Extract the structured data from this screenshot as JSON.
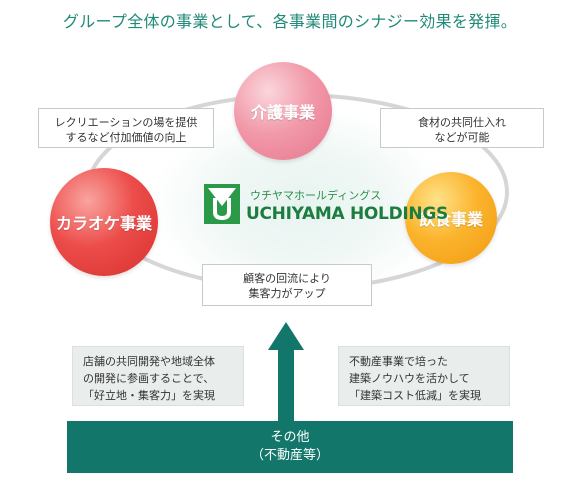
{
  "headline": "グループ全体の事業として、各事業間のシナジー効果を発揮。",
  "colors": {
    "teal": "#12776a",
    "care": "#e8768d",
    "karaoke": "#d8302e",
    "food": "#f29a12",
    "logo_green": "#1d7d3f"
  },
  "center_logo": {
    "kana": "ウチヤマホールディングス",
    "name": "UCHIYAMA HOLDINGS"
  },
  "businesses": {
    "care": "介護事業",
    "karaoke": "カラオケ事業",
    "food": "飲食事業"
  },
  "synergies": {
    "karaoke_care": [
      "レクリエーションの場を提供",
      "するなど付加価値の向上"
    ],
    "care_food": [
      "食材の共同仕入れ",
      "などが可能"
    ],
    "karaoke_food": [
      "顧客の回流により",
      "集客力がアップ"
    ]
  },
  "other_notes": {
    "left": [
      "店舗の共同開発や地域全体",
      "の開発に参画することで、",
      "「好立地・集客力」を実現"
    ],
    "right": [
      "不動産事業で培った",
      "建築ノウハウを活かして",
      "「建築コスト低減」を実現"
    ]
  },
  "other_business": {
    "line1": "その他",
    "line2": "（不動産等）"
  }
}
